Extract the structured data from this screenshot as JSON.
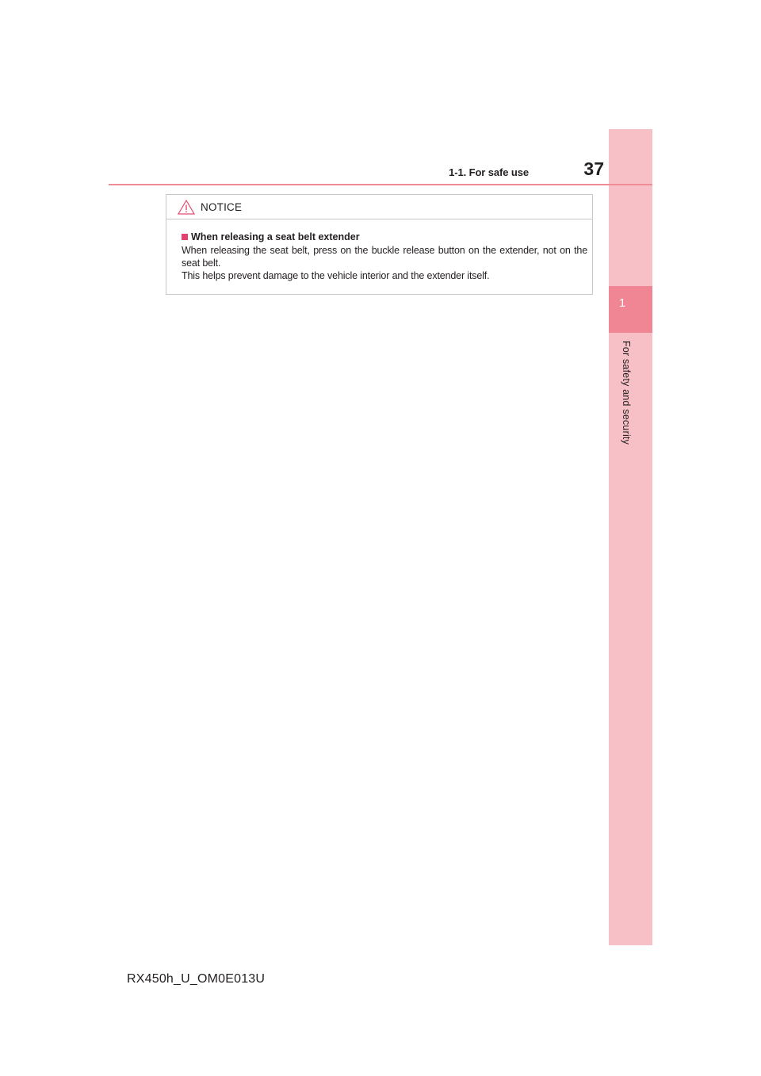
{
  "header": {
    "section": "1-1. For safe use",
    "page_number": "37"
  },
  "side_tab": {
    "chapter_number": "1",
    "chapter_title": "For safety and security"
  },
  "notice": {
    "title": "NOTICE",
    "item_heading": "When releasing a seat belt extender",
    "item_body_line1": "When releasing the seat belt, press on the buckle release button on the extender, not on the seat belt.",
    "item_body_line2": "This helps prevent damage to the vehicle interior and the extender itself."
  },
  "footer": {
    "document_code": "RX450h_U_OM0E013U"
  },
  "colors": {
    "accent": "#f08c98",
    "side_tab": "#f7c0c7",
    "side_tab_active": "#f08593",
    "bullet": "#e3426e"
  }
}
